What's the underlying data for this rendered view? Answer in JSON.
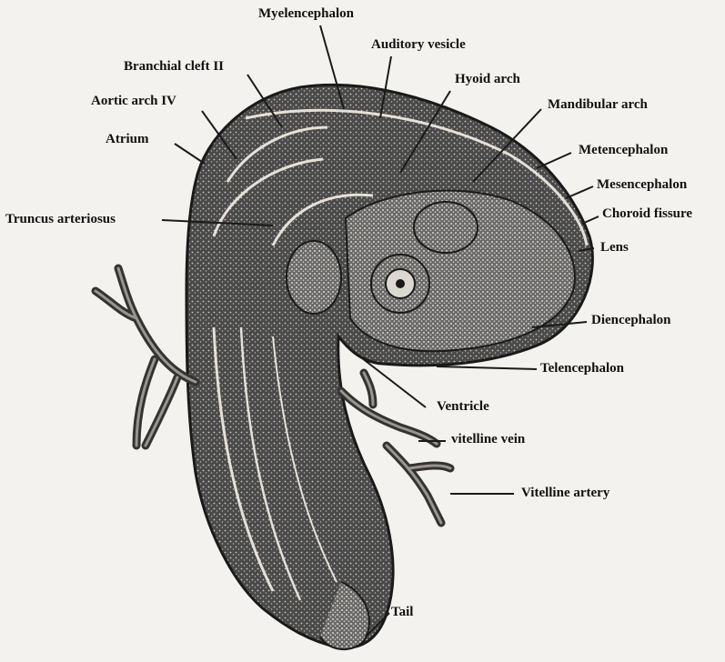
{
  "colors": {
    "background": "#f4f2ee",
    "ink": "#1a1a1a",
    "stipple": "#3a3a3a"
  },
  "labels": {
    "myelencephalon": "Myelencephalon",
    "auditory_vesicle": "Auditory vesicle",
    "branchial_cleft": "Branchial cleft II",
    "hyoid_arch": "Hyoid arch",
    "aortic_arch": "Aortic arch IV",
    "mandibular_arch": "Mandibular arch",
    "atrium": "Atrium",
    "metencephalon": "Metencephalon",
    "mesencephalon": "Mesencephalon",
    "truncus": "Truncus arteriosus",
    "choroid": "Choroid fissure",
    "lens": "Lens",
    "diencephalon": "Diencephalon",
    "telencephalon": "Telencephalon",
    "ventricle": "Ventricle",
    "vitelline_vein": "vitelline vein",
    "vitelline_artery": "Vitelline artery",
    "tail": "Tail"
  }
}
